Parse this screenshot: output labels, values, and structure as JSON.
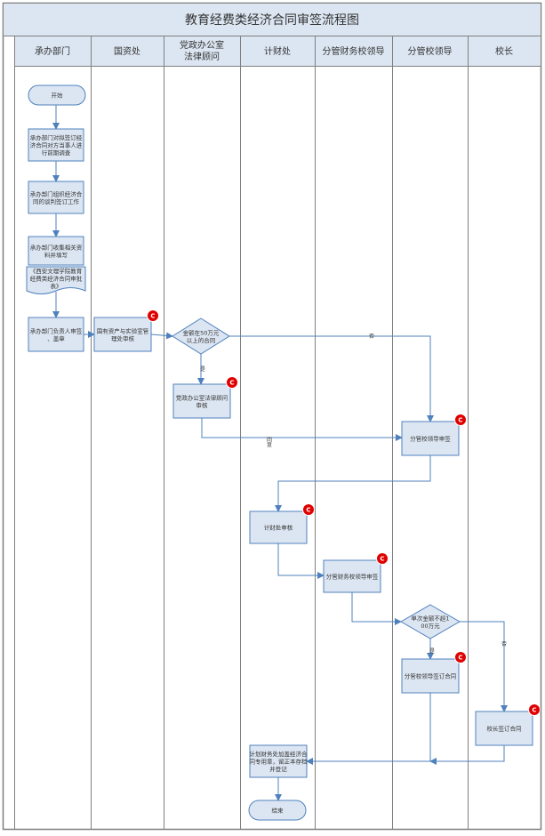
{
  "title": "教育经费类经济合同审签流程图",
  "lanes": [
    {
      "id": "dept",
      "label": "承办部门"
    },
    {
      "id": "assets",
      "label": "国资处"
    },
    {
      "id": "legal",
      "label": "党政办公室\n法律顾问"
    },
    {
      "id": "finance",
      "label": "计财处"
    },
    {
      "id": "fin_leader",
      "label": "分管财务校领导"
    },
    {
      "id": "leader",
      "label": "分管校领导"
    },
    {
      "id": "president",
      "label": "校长"
    }
  ],
  "nodes": [
    {
      "id": "start",
      "type": "terminator",
      "text": "开始"
    },
    {
      "id": "n1",
      "type": "process",
      "text": "承办部门对拟签订经济合同对方当事人进行前期调查"
    },
    {
      "id": "n2",
      "type": "process",
      "text": "承办部门组织经济合同的谈判签订工作"
    },
    {
      "id": "n3",
      "type": "process",
      "text": "承办部门收集相关资料并填写"
    },
    {
      "id": "doc",
      "type": "document",
      "text": "《西安文理学院教育经费类经济合同审批表》"
    },
    {
      "id": "n4",
      "type": "process",
      "text": "承办部门负责人审签、盖章"
    },
    {
      "id": "n5",
      "type": "process",
      "text": "国有资产与实验室管理处审核",
      "badge": "C"
    },
    {
      "id": "d1",
      "type": "decision",
      "text": "金额在50万元以上的合同"
    },
    {
      "id": "n6",
      "type": "process",
      "text": "党政办公室法律顾问审核",
      "badge": "C"
    },
    {
      "id": "n7",
      "type": "process",
      "text": "分管校领导审签",
      "badge": "C"
    },
    {
      "id": "n8",
      "type": "process",
      "text": "计财处审核",
      "badge": "C"
    },
    {
      "id": "n9",
      "type": "process",
      "text": "分管财务校领导审签",
      "badge": "C"
    },
    {
      "id": "d2",
      "type": "decision",
      "text": "单次金额不超100万元"
    },
    {
      "id": "n10",
      "type": "process",
      "text": "分管校领导签订合同",
      "badge": "C"
    },
    {
      "id": "n11",
      "type": "process",
      "text": "校长签订合同",
      "badge": "C"
    },
    {
      "id": "n12",
      "type": "process",
      "text": "计划财务处加盖经济合同专用章，留正本存档并登记"
    },
    {
      "id": "end",
      "type": "terminator",
      "text": "结束"
    }
  ],
  "edge_labels": {
    "no": "否",
    "yes": "是",
    "yes_vertical": "是",
    "approved_vertical": "同意"
  },
  "colors": {
    "line": "#4f81bd",
    "node_fill": "#dce6f2",
    "node_stroke": "#4f81bd",
    "badge": "#e00000",
    "frame": "#7f7f7f"
  }
}
